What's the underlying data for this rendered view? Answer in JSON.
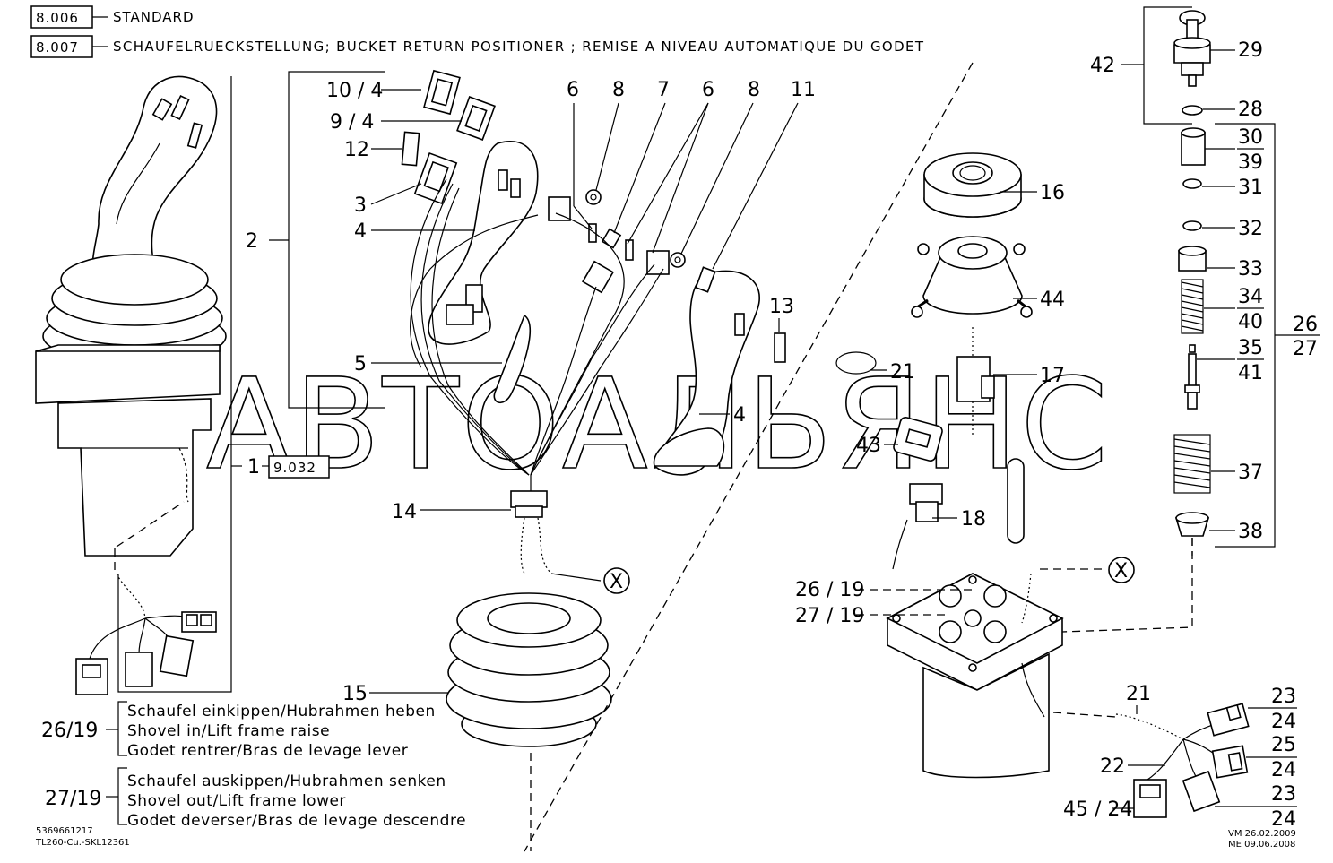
{
  "header": {
    "rows": [
      {
        "code": "8.006",
        "text": "STANDARD"
      },
      {
        "code": "8.007",
        "text": "SCHAUFELRUECKSTELLUNG; BUCKET RETURN POSITIONER ; REMISE A NIVEAU AUTOMATIQUE DU GODET"
      }
    ]
  },
  "watermark": "АВТОАЛЬЯНС",
  "ref_box": "9.032",
  "callouts": {
    "c1": "1",
    "c2": "2",
    "c3": "3",
    "c4a": "4",
    "c4b": "4",
    "c5": "5",
    "c6a": "6",
    "c6b": "6",
    "c7": "7",
    "c8a": "8",
    "c8b": "8",
    "c9_4": "9 / 4",
    "c10_4": "10 / 4",
    "c11": "11",
    "c12": "12",
    "c13": "13",
    "c14": "14",
    "c15": "15",
    "c16": "16",
    "c17": "17",
    "c18": "18",
    "c21a": "21",
    "c21b": "21",
    "c22": "22",
    "c23a": "23",
    "c24a": "24",
    "c25": "25",
    "c24b": "24",
    "c23b": "23",
    "c24c": "24",
    "c26": "26",
    "c27": "27",
    "c26_19": "26 / 19",
    "c27_19": "27 / 19",
    "c28": "28",
    "c29": "29",
    "c30": "30",
    "c31": "31",
    "c32": "32",
    "c33": "33",
    "c34": "34",
    "c35": "35",
    "c37": "37",
    "c38": "38",
    "c39": "39",
    "c40": "40",
    "c41": "41",
    "c42": "42",
    "c43": "43",
    "c44": "44",
    "c45_24": "45 / 24",
    "x1": "X",
    "x2": "X"
  },
  "legend": {
    "l26_label": "26/19",
    "l26": [
      "Schaufel einkippen/Hubrahmen heben",
      "Shovel in/Lift frame raise",
      "Godet rentrer/Bras de levage lever"
    ],
    "l27_label": "27/19",
    "l27": [
      "Schaufel auskippen/Hubrahmen senken",
      "Shovel out/Lift frame lower",
      "Godet deverser/Bras de levage descendre"
    ]
  },
  "footer": {
    "doc": "5369661217",
    "model": "TL260-Cu.-SKL12361",
    "vm": "VM  26.02.2009",
    "me": "ME  09.06.2008"
  }
}
